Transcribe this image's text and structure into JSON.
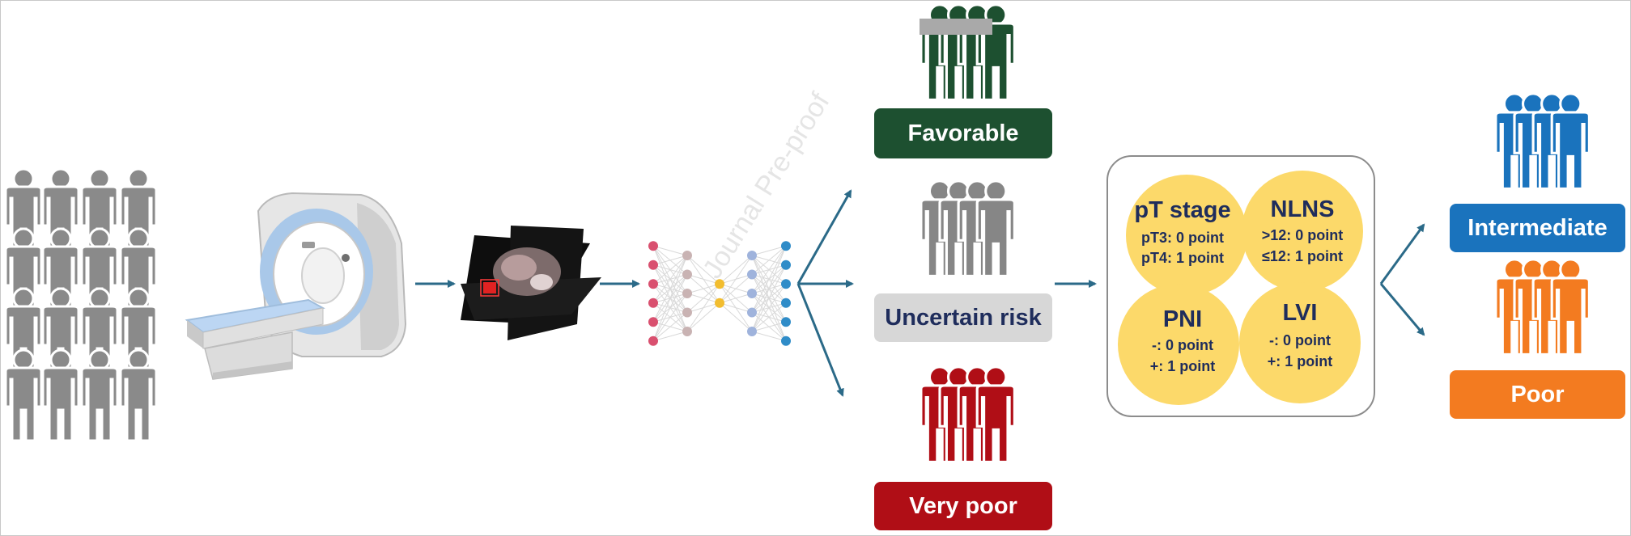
{
  "watermark": "Journal Pre-proof",
  "groups": {
    "favorable": {
      "label": "Favorable",
      "color": "#1d5030"
    },
    "uncertain": {
      "label": "Uncertain risk",
      "color": "#868686"
    },
    "very_poor": {
      "label": "Very poor",
      "color": "#b00e16"
    },
    "intermediate": {
      "label": "Intermediate",
      "color": "#1a73bd"
    },
    "poor": {
      "label": "Poor",
      "color": "#f37b20"
    }
  },
  "score": {
    "pt_stage": {
      "title": "pT stage",
      "line1": "pT3: 0 point",
      "line2": "pT4: 1 point"
    },
    "nlns": {
      "title": "NLNS",
      "line1": ">12: 0 point",
      "line2": "≤12: 1 point"
    },
    "pni": {
      "title": "PNI",
      "line1": "-: 0 point",
      "line2": "+: 1 point"
    },
    "lvi": {
      "title": "LVI",
      "line1": "-: 0 point",
      "line2": "+: 1 point"
    }
  },
  "colors": {
    "arrow": "#2b6a88",
    "cohort": "#8a8a8a",
    "panel_bg": "#fcd96a",
    "label_dark": "#1f2d5c"
  }
}
